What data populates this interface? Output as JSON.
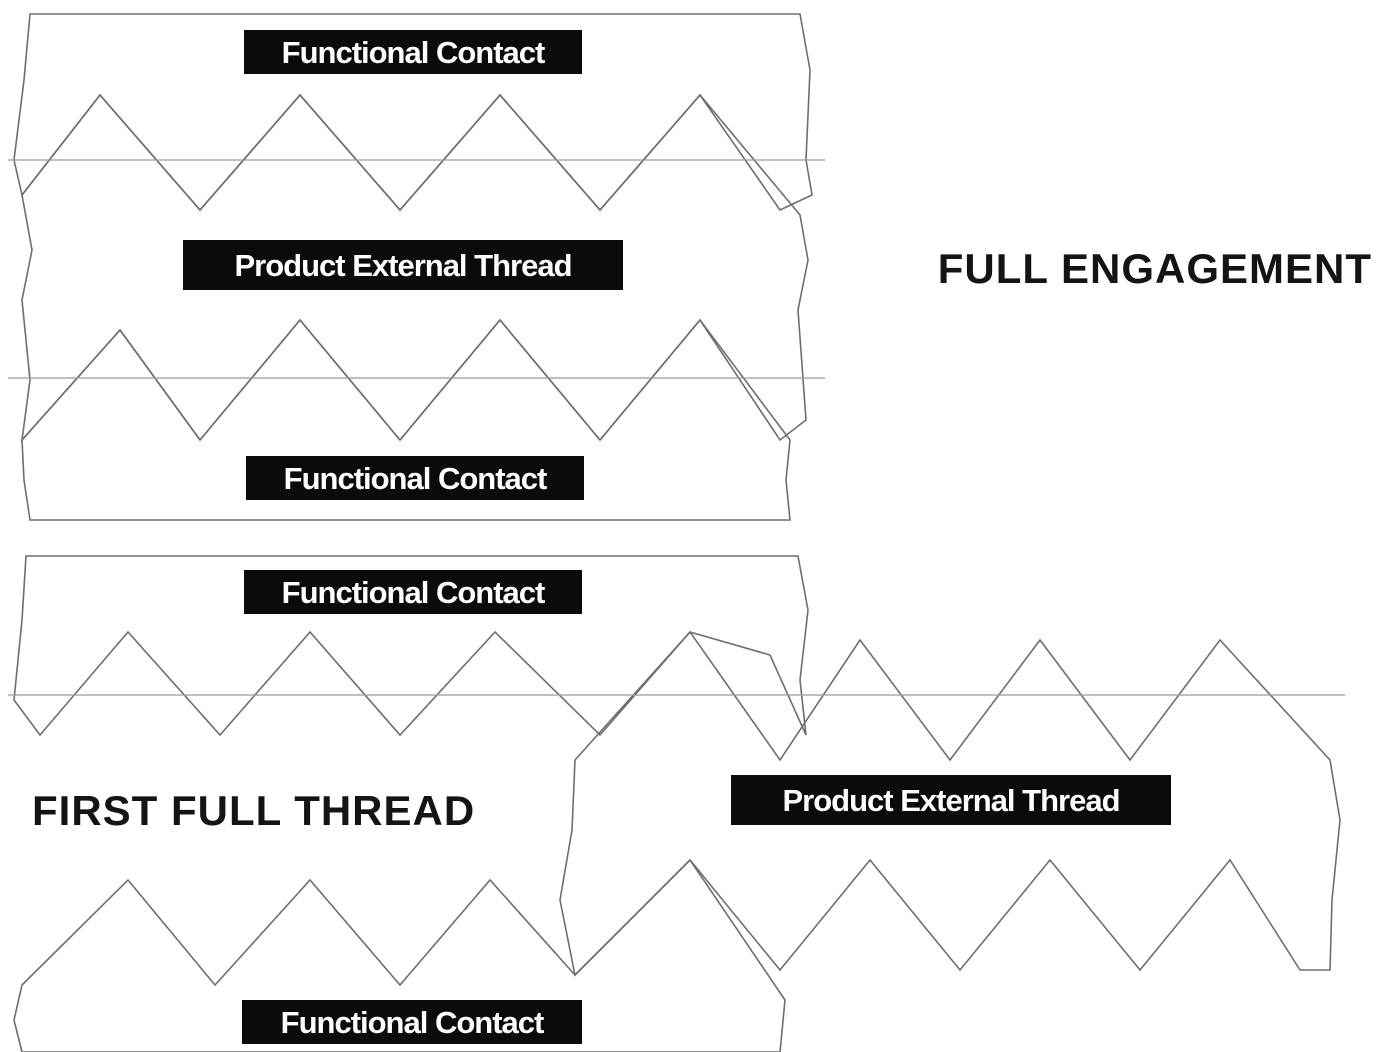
{
  "diagram": {
    "top_panel": {
      "heading": "FULL ENGAGEMENT",
      "upper_label": "Functional Contact",
      "middle_label": "Product External Thread",
      "lower_label": "Functional Contact"
    },
    "bottom_panel": {
      "heading": "FIRST FULL THREAD",
      "upper_label": "Functional Contact",
      "middle_label": "Product External Thread",
      "lower_label": "Functional Contact"
    }
  },
  "colors": {
    "background": "#ffffff",
    "hatch": "#8a8a8a",
    "outline": "#6e6e6e",
    "label_box": "#0b0b0b",
    "label_text": "#ffffff",
    "heading_text": "#141414"
  }
}
